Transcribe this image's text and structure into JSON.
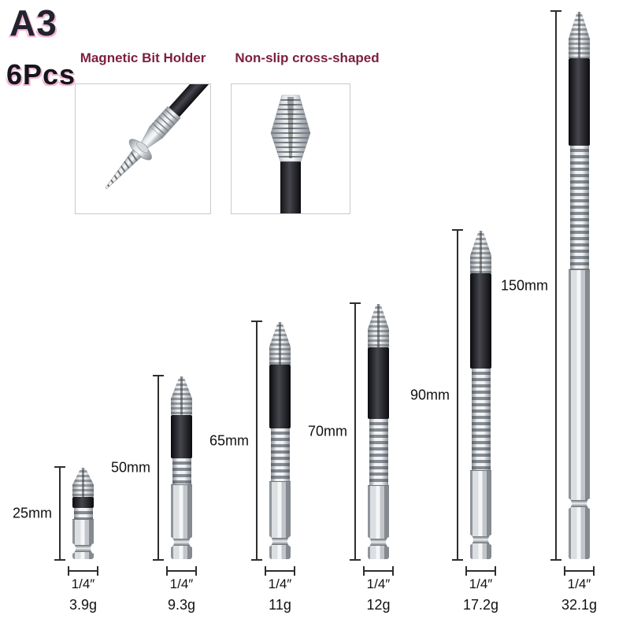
{
  "badge": {
    "model": "A3",
    "count": "6Pcs"
  },
  "callouts": [
    {
      "label": "Magnetic Bit Holder"
    },
    {
      "label": "Non-slip cross-shaped"
    }
  ],
  "bits": [
    {
      "length_mm": 25,
      "length_label": "25mm",
      "hex_label": "1/4″",
      "weight": "3.9g"
    },
    {
      "length_mm": 50,
      "length_label": "50mm",
      "hex_label": "1/4″",
      "weight": "9.3g"
    },
    {
      "length_mm": 65,
      "length_label": "65mm",
      "hex_label": "1/4″",
      "weight": "11g"
    },
    {
      "length_mm": 70,
      "length_label": "70mm",
      "hex_label": "1/4″",
      "weight": "12g"
    },
    {
      "length_mm": 90,
      "length_label": "90mm",
      "hex_label": "1/4″",
      "weight": "17.2g"
    },
    {
      "length_mm": 150,
      "length_label": "150mm",
      "hex_label": "1/4″",
      "weight": "32.1g"
    }
  ],
  "colors": {
    "callout_label": "#7d1f3c",
    "badge_text": "#23232f",
    "badge_glow": "#f7b6d2",
    "dim_line": "#2e2e2e",
    "text": "#111111"
  }
}
